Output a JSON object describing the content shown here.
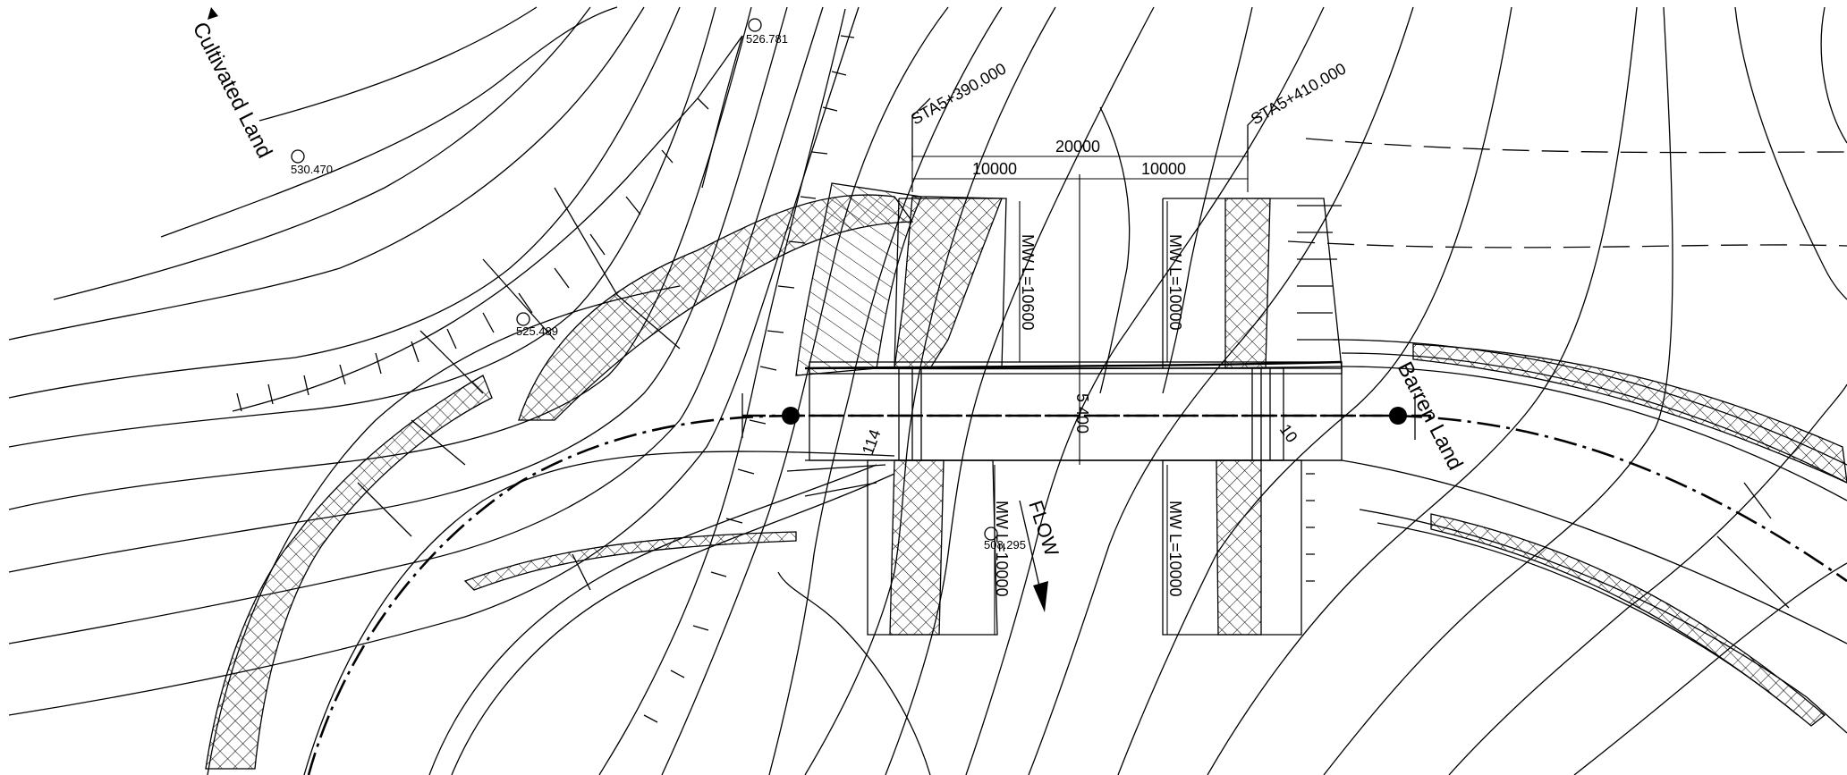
{
  "labels": {
    "cultivated_land": "Cultivated Land",
    "barren_land": "Barren Land",
    "flow": "FLOW",
    "station_start": "STA5+390.000",
    "station_end": "STA5+410.000"
  },
  "elevations": [
    "526.781",
    "530.470",
    "525.489",
    "508.295"
  ],
  "dimensions": {
    "total_span": "20000",
    "left_span": "10000",
    "right_span": "10000",
    "wing_wall_upstream_left": "MW L=10600",
    "wing_wall_upstream_right": "MW L=10000",
    "wing_wall_downstream_left": "MW L=10000",
    "wing_wall_downstream_right": "MW L=10000",
    "road_width": "5 400",
    "skew_left": "114",
    "skew_right": "10"
  },
  "colors": {
    "line": "#000000",
    "background": "#ffffff"
  }
}
